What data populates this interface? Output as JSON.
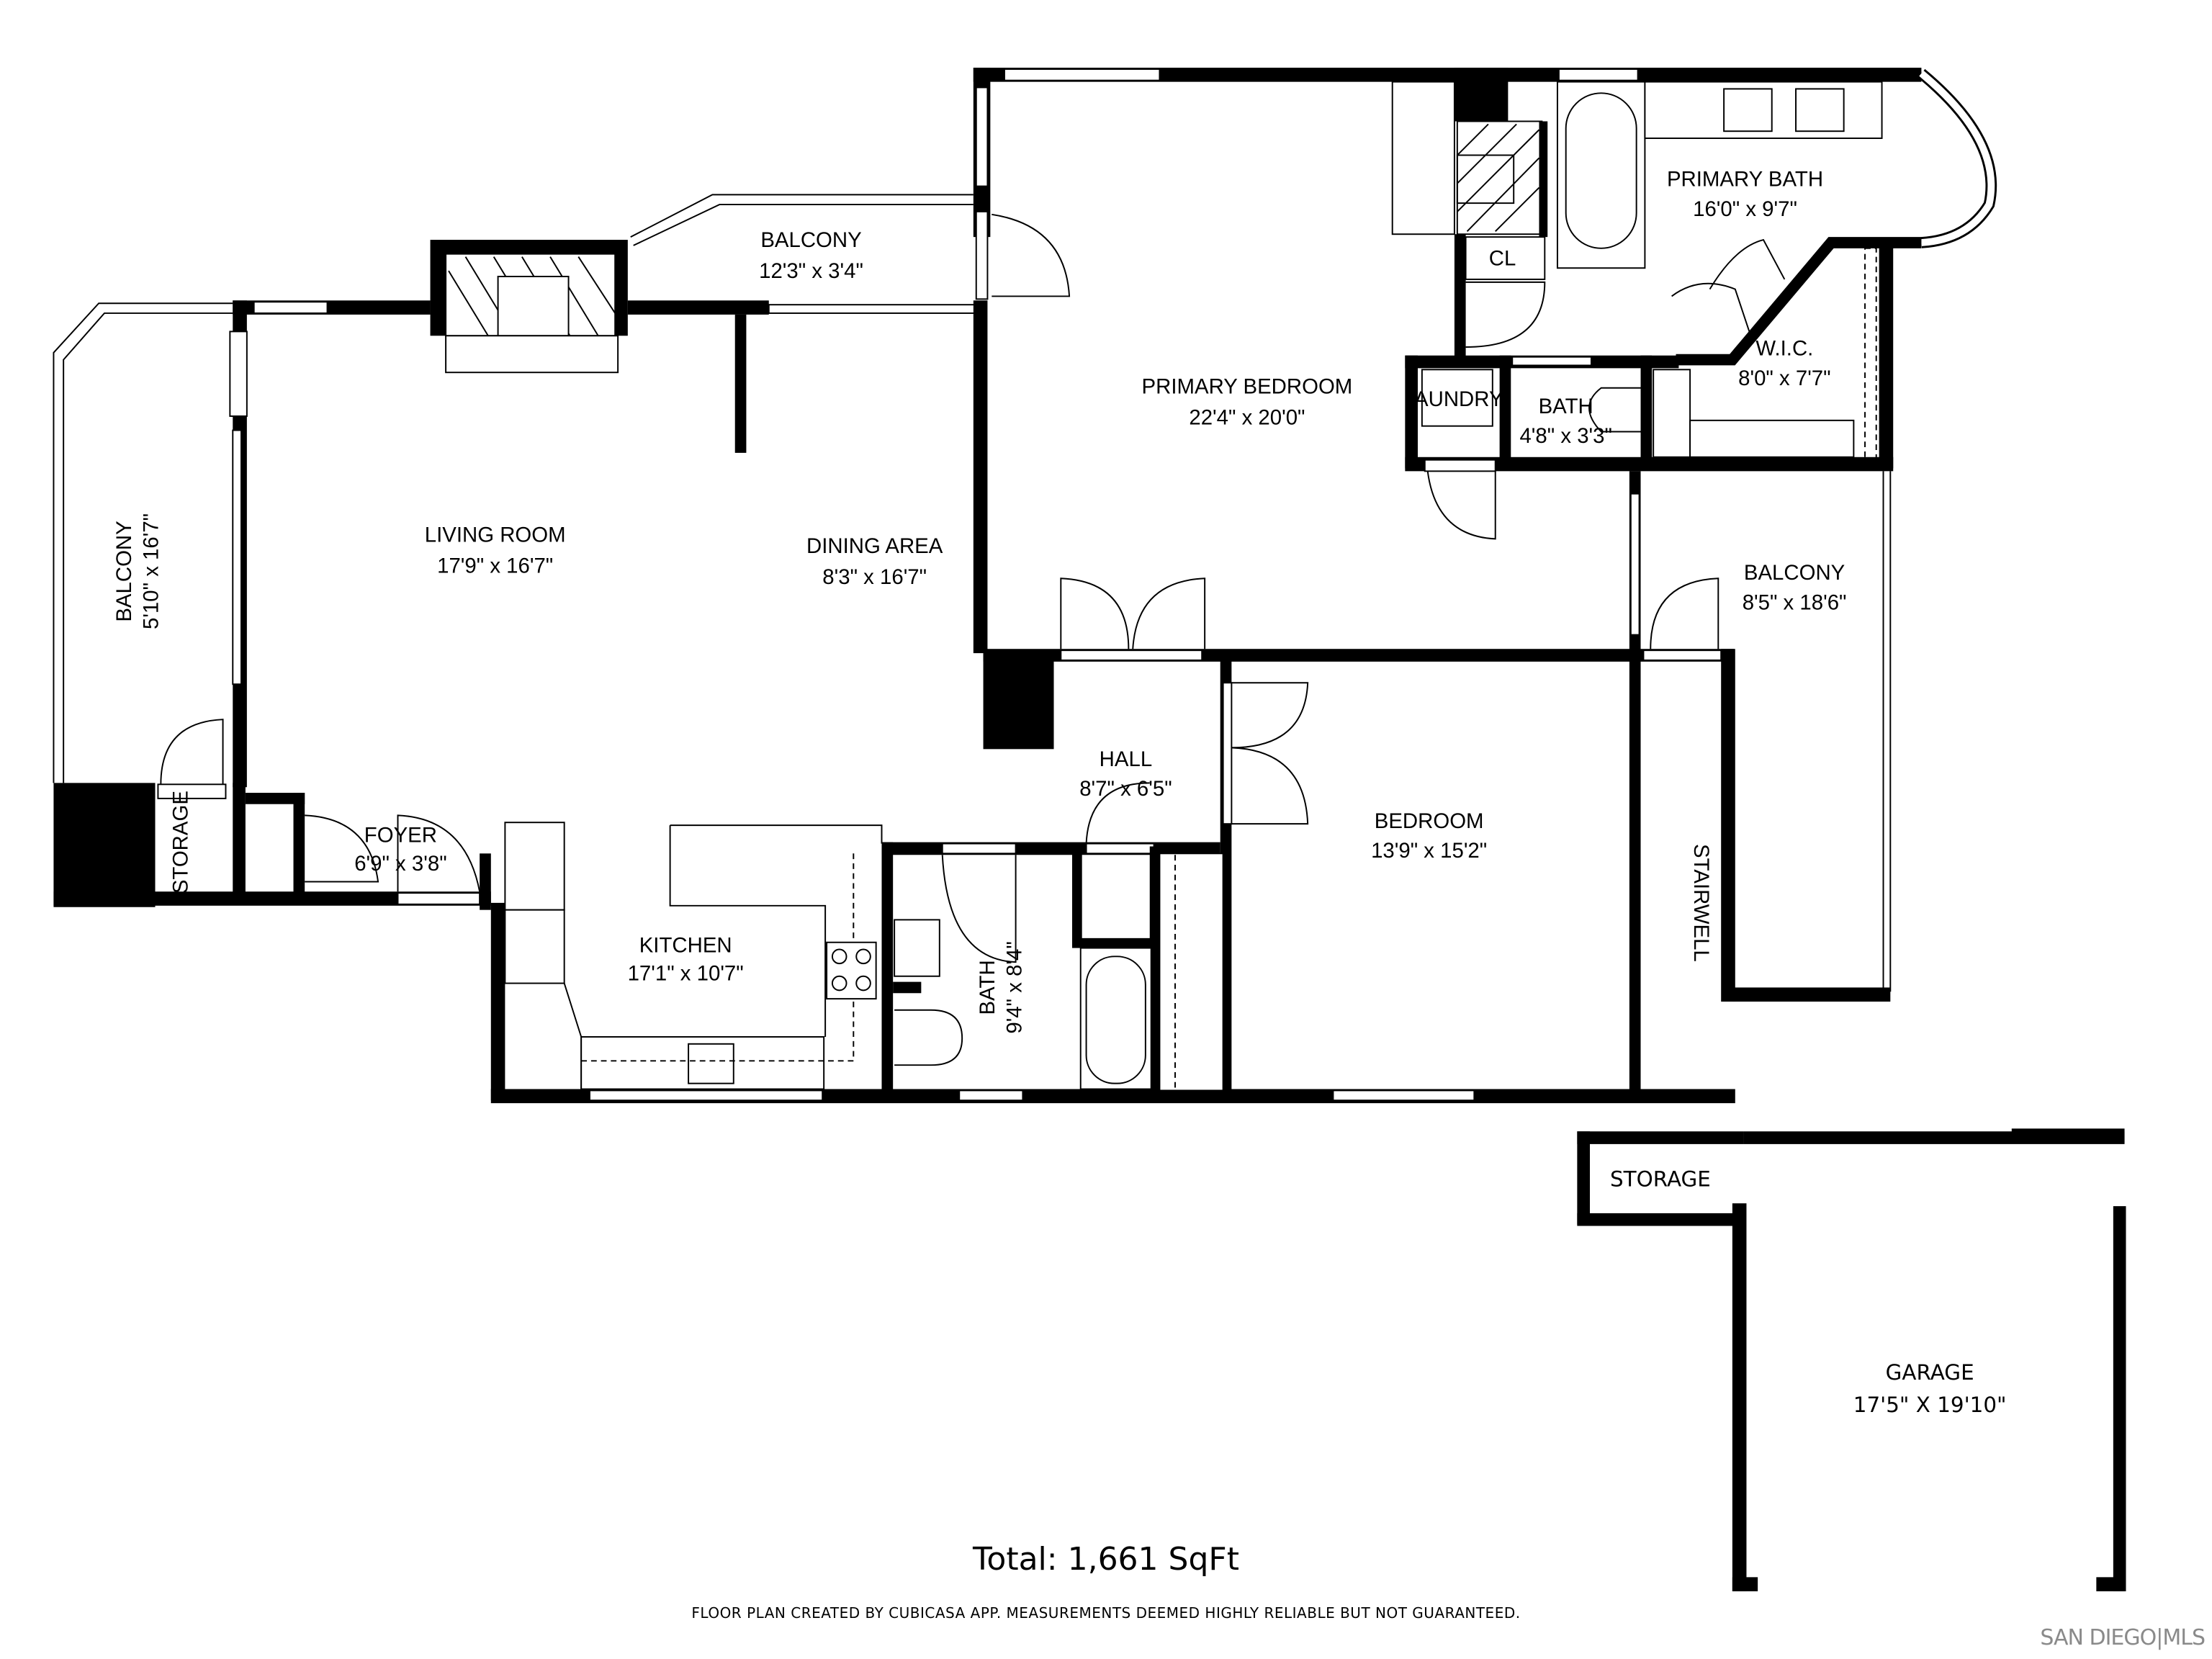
{
  "rooms": {
    "balcony_left": {
      "name": "BALCONY",
      "dims": "5'10\" x 16'7\""
    },
    "balcony_top": {
      "name": "BALCONY",
      "dims": "12'3\" x 3'4\""
    },
    "living_room": {
      "name": "LIVING ROOM",
      "dims": "17'9\" x 16'7\""
    },
    "dining_area": {
      "name": "DINING AREA",
      "dims": "8'3\" x 16'7\""
    },
    "primary_bedroom": {
      "name": "PRIMARY BEDROOM",
      "dims": "22'4\" x 20'0\""
    },
    "primary_bath": {
      "name": "PRIMARY BATH",
      "dims": "16'0\" x 9'7\""
    },
    "closet": {
      "name": "CL"
    },
    "wic": {
      "name": "W.I.C.",
      "dims": "8'0\" x 7'7\""
    },
    "laundry": {
      "name": "AUNDRY"
    },
    "bath_small": {
      "name": "BATH",
      "dims": "4'8\" x 3'3\""
    },
    "balcony_right": {
      "name": "BALCONY",
      "dims": "8'5\" x 18'6\""
    },
    "hall": {
      "name": "HALL",
      "dims": "8'7\" x 6'5\""
    },
    "bedroom": {
      "name": "BEDROOM",
      "dims": "13'9\" x 15'2\""
    },
    "stairwell": {
      "name": "STAIRWELL"
    },
    "storage_left": {
      "name": "STORAGE"
    },
    "foyer": {
      "name": "FOYER",
      "dims": "6'9\" x 3'8\""
    },
    "kitchen": {
      "name": "KITCHEN",
      "dims": "17'1\" x 10'7\""
    },
    "bath_hall": {
      "name": "BATH",
      "dims": "9'4\" x 8'4\""
    },
    "storage_garage": {
      "name": "STORAGE"
    },
    "garage": {
      "name": "GARAGE",
      "dims": "17'5\" X 19'10\""
    }
  },
  "footer": {
    "total": "Total: 1,661 SqFt",
    "disclaimer": "FLOOR PLAN CREATED BY CUBICASA APP. MEASUREMENTS DEEMED HIGHLY RELIABLE BUT NOT GUARANTEED.",
    "watermark": "SAN DIEGO|MLS"
  }
}
